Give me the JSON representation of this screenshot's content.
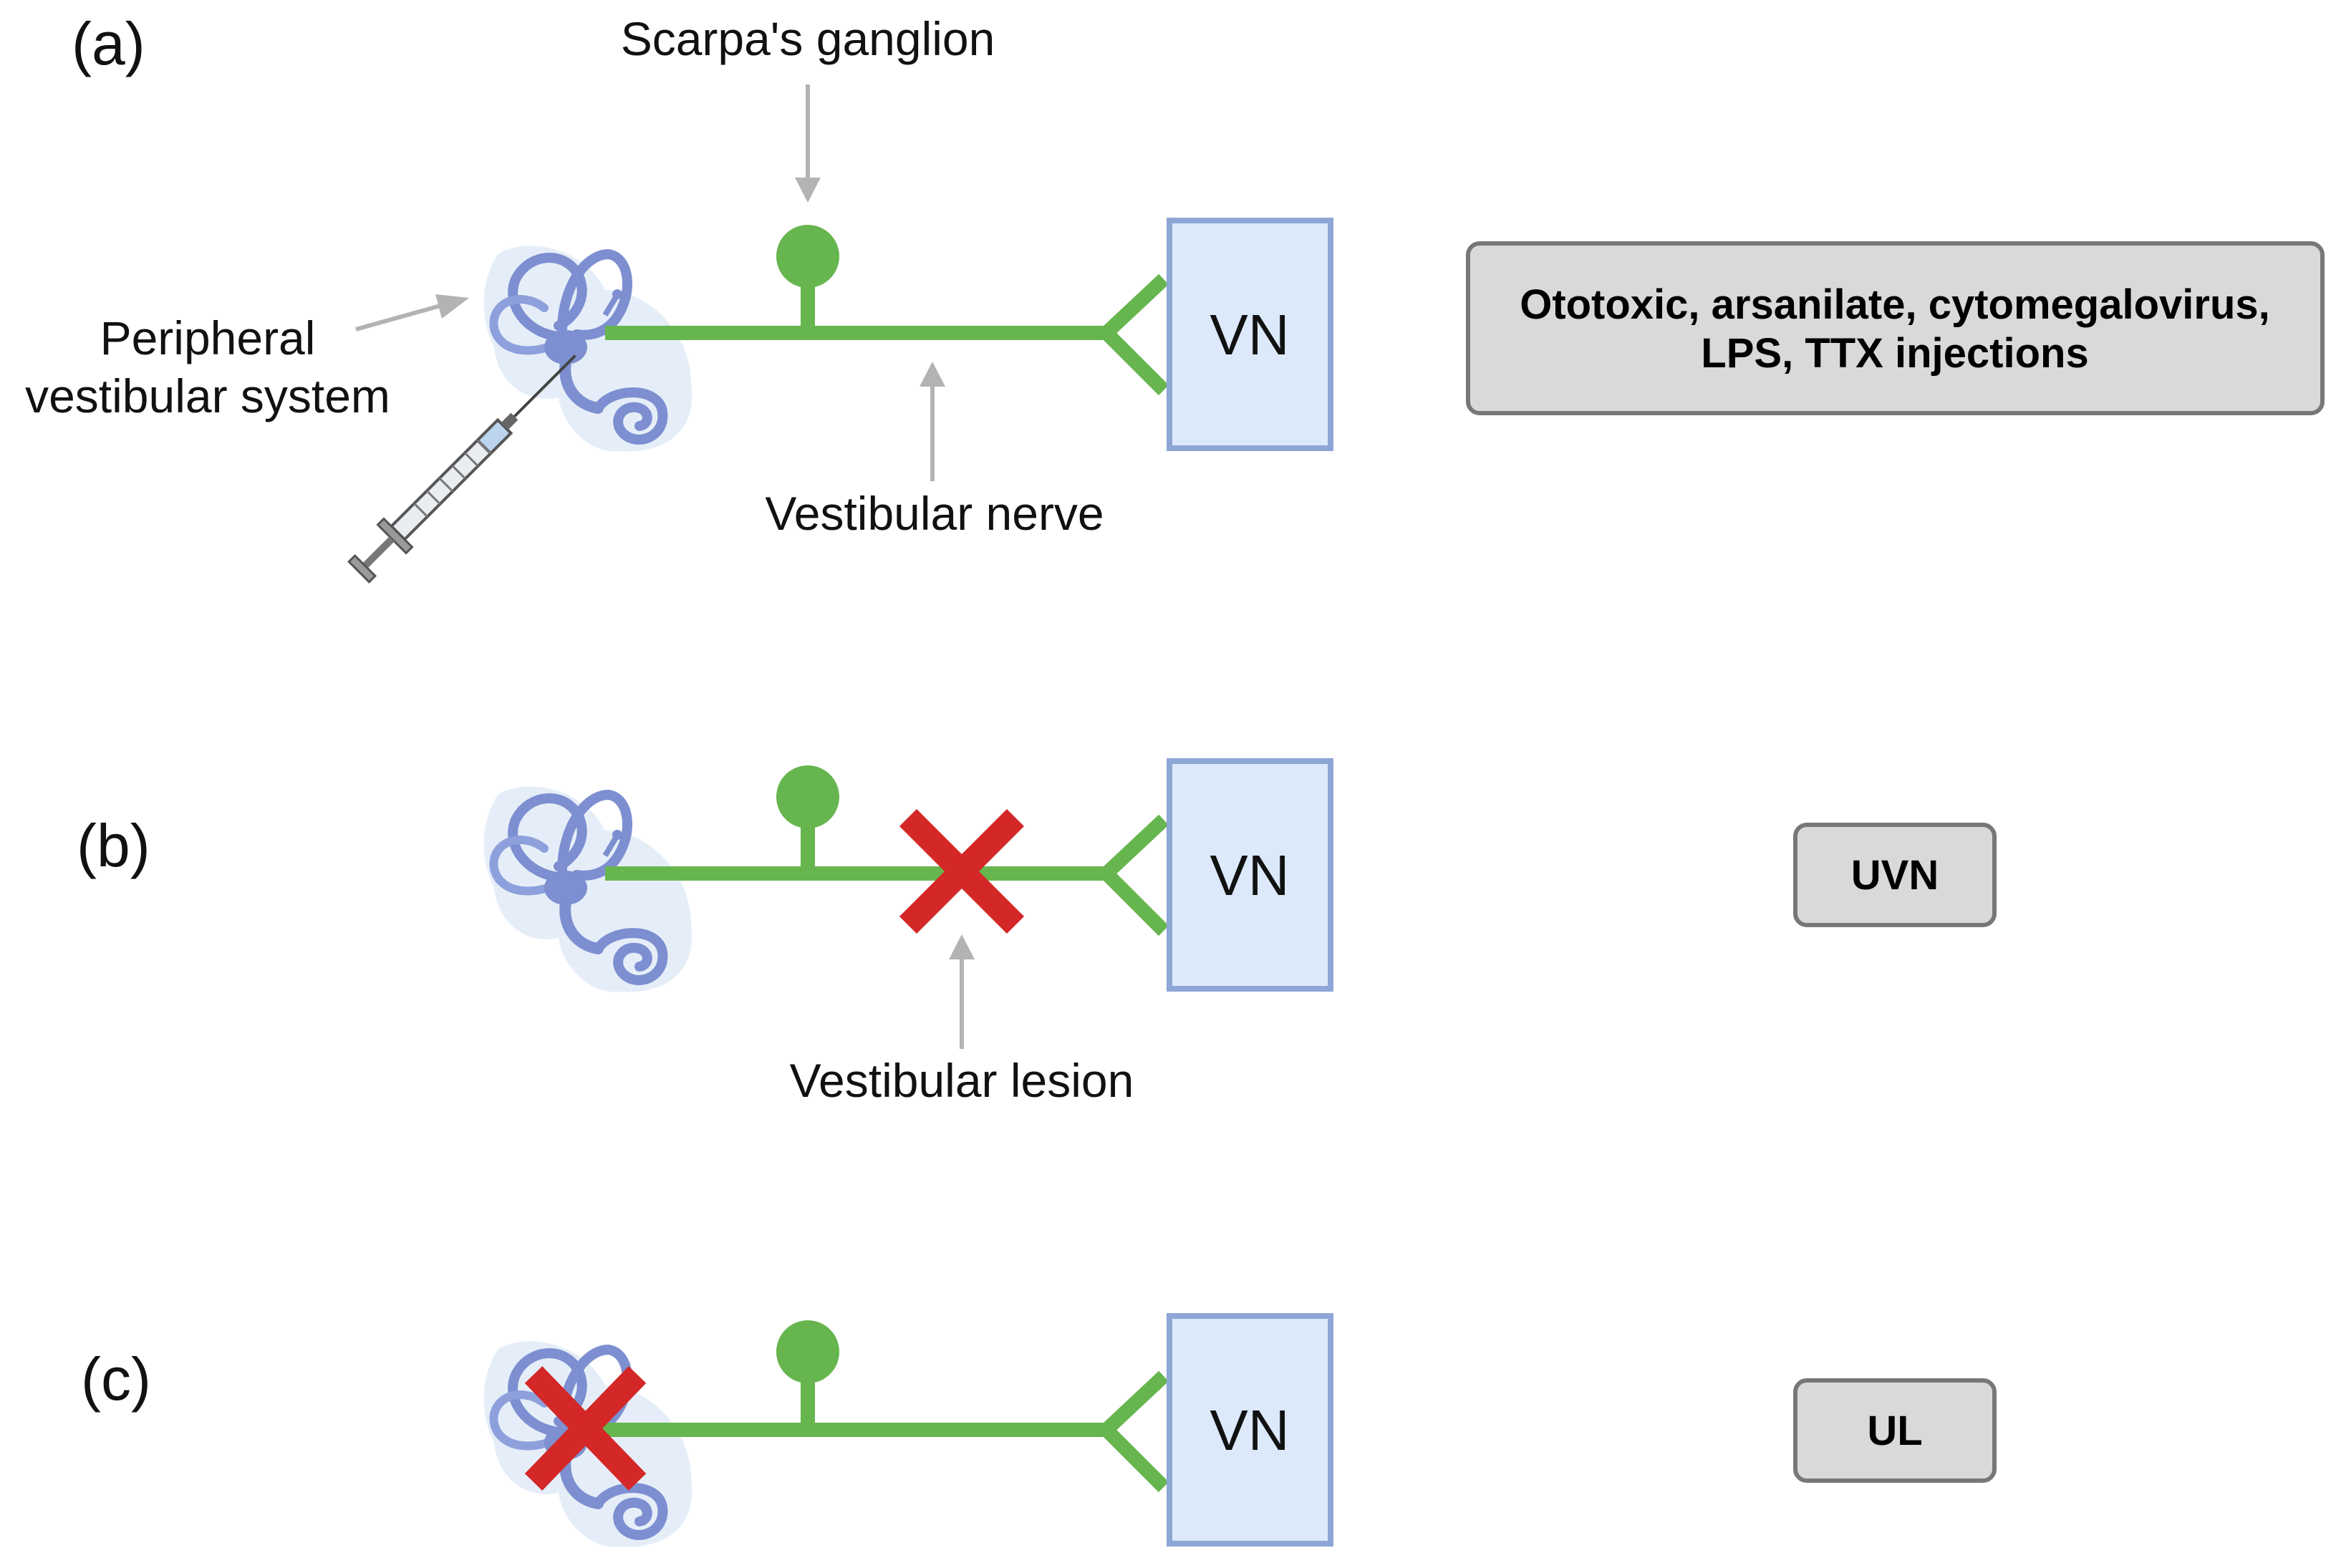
{
  "panels": [
    {
      "id": "a",
      "label": "(a)",
      "target_label": "VN",
      "method_label": "Ototoxic, arsanilate, cytomegalovirus,\nLPS, TTX injections",
      "annotations": {
        "ganglion": "Scarpa's ganglion",
        "peripheral_line1": "Peripheral",
        "peripheral_line2": "vestibular system",
        "nerve": "Vestibular nerve"
      }
    },
    {
      "id": "b",
      "label": "(b)",
      "target_label": "VN",
      "method_label": "UVN",
      "annotations": {
        "lesion": "Vestibular lesion"
      }
    },
    {
      "id": "c",
      "label": "(c)",
      "target_label": "VN",
      "method_label": "UL"
    }
  ],
  "colors": {
    "nerve": "#67b54f",
    "target_box_fill": "#dbe9fb",
    "target_box_stroke": "#8ea6d6",
    "lesion_mark": "#d42727",
    "annotation_arrow": "#b3b3b3",
    "method_box_fill": "#d9d9d9",
    "inner_ear": "#7d8fd0"
  },
  "icons": {
    "inner_ear": "inner-ear-icon",
    "syringe": "syringe-icon",
    "lesion": "red-x-icon"
  }
}
